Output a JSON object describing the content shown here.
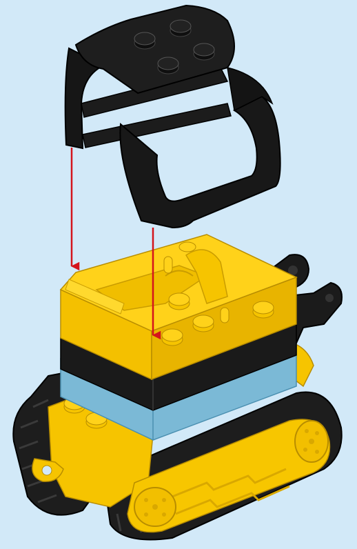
{
  "illustration": {
    "step": "attach-cab-roof",
    "parts": [
      "roof-frame",
      "upper-body",
      "black-band",
      "blue-band",
      "track-base",
      "arm",
      "tracks"
    ],
    "colors": {
      "background": "#d2e9f8",
      "roof": "#151515",
      "body_yellow": "#f6c400",
      "body_shade": "#d9a800",
      "band_black": "#1a1a1a",
      "band_blue": "#7bb9d6",
      "track": "#1e1e1e",
      "arrow": "#d4141c"
    },
    "arrows": 2
  }
}
